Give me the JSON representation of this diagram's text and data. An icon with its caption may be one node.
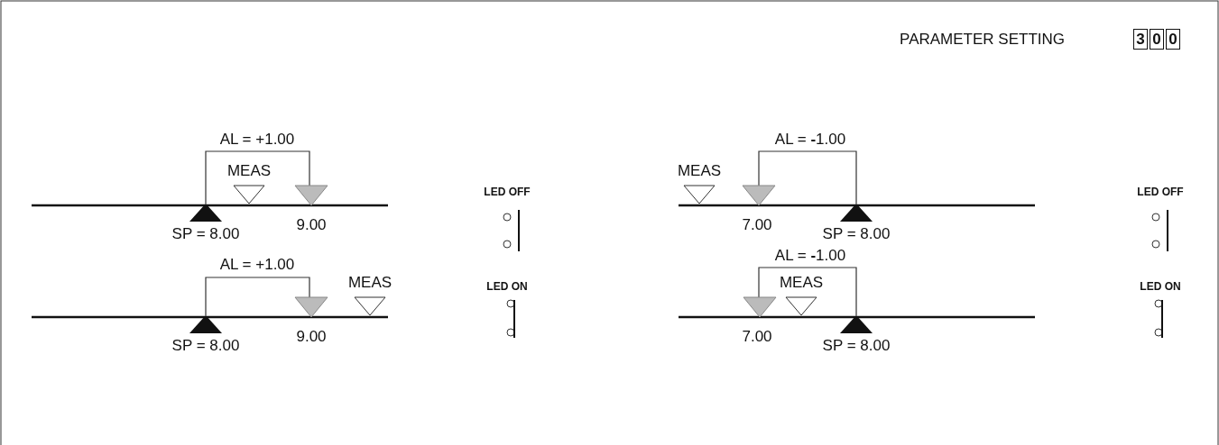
{
  "diagram": {
    "labels": [
      "PARAMETER SETTING",
      "3",
      "0",
      "0",
      "AL = +1.00",
      "AL = **-**1.00",
      "MEAS",
      "LED OFF",
      "MEAS",
      "LED OFF",
      "9.00",
      "7.00",
      "SP = 8.00",
      "SP = 8.00",
      "AL = +1.00",
      "AL = **-**1.00",
      "MEAS",
      "LED ON",
      "MEAS",
      "LED ON",
      "9.00",
      "7.00",
      "SP = 8.00",
      "SP = 8.00"
    ]
  }
}
